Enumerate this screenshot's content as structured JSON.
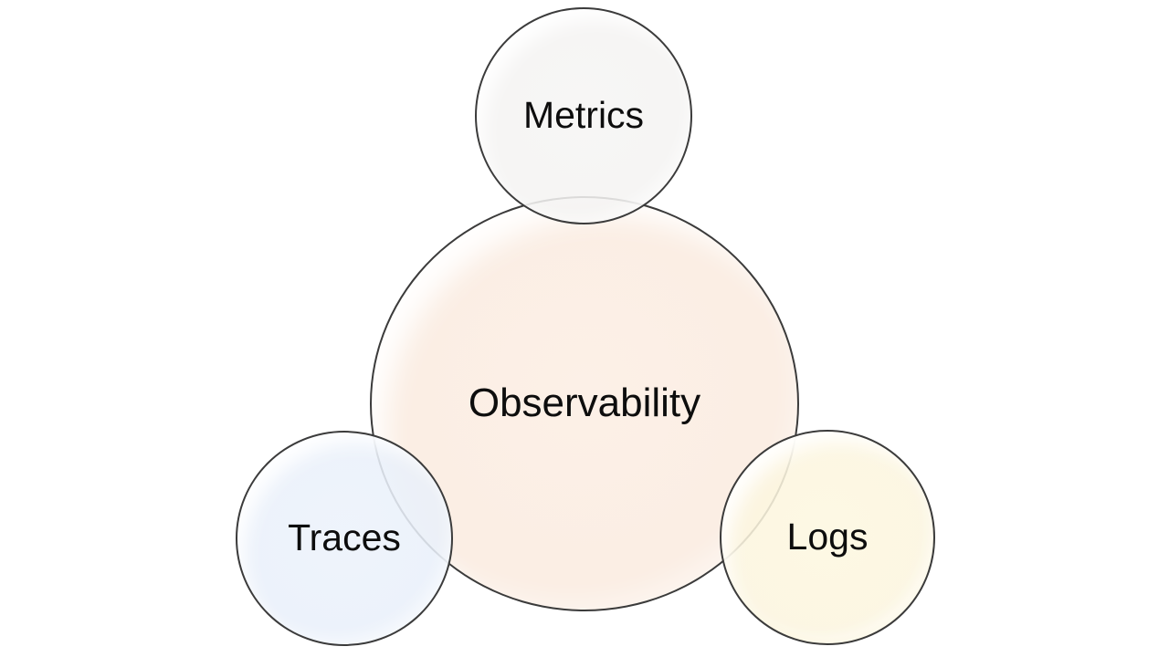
{
  "page": {
    "background": "#FFFFFF",
    "text_color": "#0D0D0D",
    "outline_color": "#3B3B3B"
  },
  "diagram": {
    "type": "radial-venn",
    "center": {
      "label": "Observability",
      "fill": "#FBEEE4",
      "rim_color": "#DB7F46"
    },
    "satellites": [
      {
        "id": "metrics",
        "label": "Metrics",
        "fill": "#F4F3F2",
        "rim_color": "#B7B6B4",
        "position": "top"
      },
      {
        "id": "traces",
        "label": "Traces",
        "fill": "#E9F0FA",
        "rim_color": "#7EA6D3",
        "position": "bottom-left"
      },
      {
        "id": "logs",
        "label": "Logs",
        "fill": "#FCF5DE",
        "rim_color": "#E9B530",
        "position": "bottom-right"
      }
    ]
  }
}
